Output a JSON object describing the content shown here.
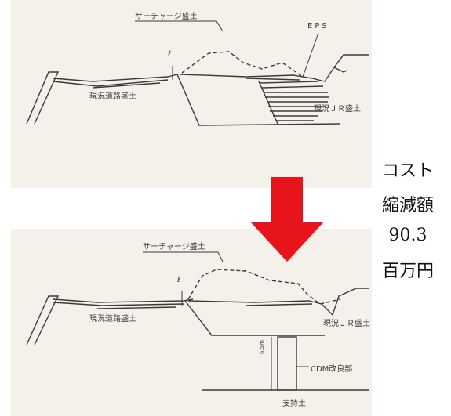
{
  "top_diagram": {
    "labels": {
      "surcharge": "サーチャージ盛土",
      "centerline": "ℓ",
      "eps": "EPS",
      "existing_road_embankment": "現況道路盛土",
      "existing_jr_embankment": "現況ＪＲ盛土"
    }
  },
  "bottom_diagram": {
    "labels": {
      "surcharge": "サーチャージ盛土",
      "centerline": "ℓ",
      "existing_road_embankment": "現況道路盛土",
      "existing_jr_embankment": "現況ＪＲ盛土",
      "cdm_improvement": "CDM改良部",
      "depth_mark": "6.5m",
      "bearing_stratum": "支持土"
    }
  },
  "cost_reduction": {
    "line1": "コスト",
    "line2": "縮減額",
    "value": "90.3",
    "unit": "百万円"
  },
  "colors": {
    "arrow": "#e8141b",
    "panel": "#f4f1ea",
    "ink": "#3a3a3a"
  }
}
